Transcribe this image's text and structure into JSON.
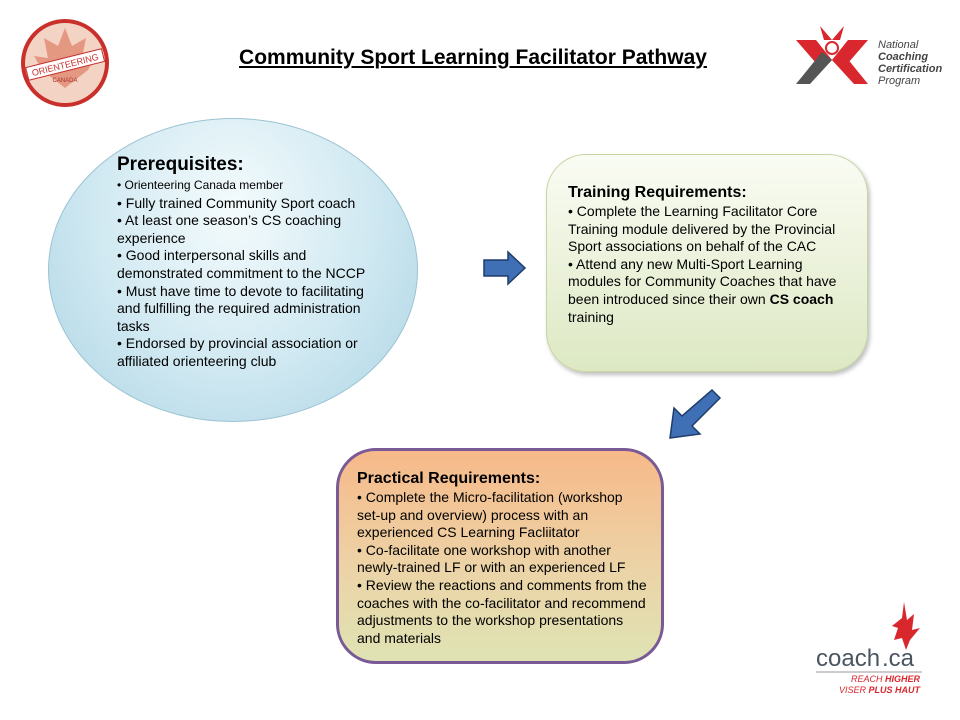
{
  "title": "Community Sport Learning Facilitator Pathway",
  "logos": {
    "orienteering": {
      "line1": "ORIENTEERING",
      "line2": "CANADA"
    },
    "nccp": {
      "line1": "National",
      "line2": "Coaching",
      "line3": "Certification",
      "line4": "Program"
    },
    "coach": {
      "name": "coach",
      "domain": ".ca",
      "tag1a": "REACH ",
      "tag1b": "HIGHER",
      "tag2a": "VISER ",
      "tag2b": "PLUS HAUT"
    }
  },
  "prerequisites": {
    "heading": "Prerequisites:",
    "items": [
      "• Orienteering Canada member",
      "• Fully trained Community Sport coach",
      "• At least one season’s CS coaching experience",
      "• Good interpersonal skills and demonstrated commitment to the NCCP",
      "• Must have time to devote to facilitating and fulfilling the required administration tasks",
      "• Endorsed by provincial association or affiliated orienteering club"
    ]
  },
  "training": {
    "heading": "Training Requirements:",
    "item1": "• Complete the Learning Facilitator Core Training module delivered by the Provincial Sport associations on behalf of the CAC",
    "item2_pre": "• Attend any new Multi-Sport Learning modules for Community Coaches that have been introduced since their own ",
    "item2_bold": "CS coach",
    "item2_post": " training"
  },
  "practical": {
    "heading": "Practical Requirements:",
    "items": [
      "• Complete the Micro-facilitation (workshop set-up and overview) process with an experienced CS Learning Facliitator",
      "• Co-facilitate one workshop with another newly-trained LF or with an experienced LF",
      "• Review the reactions and comments from the coaches with the co-facilitator and recommend adjustments to the workshop presentations and materials"
    ]
  },
  "colors": {
    "arrow": "#3f6fb5",
    "red": "#d9272e"
  }
}
